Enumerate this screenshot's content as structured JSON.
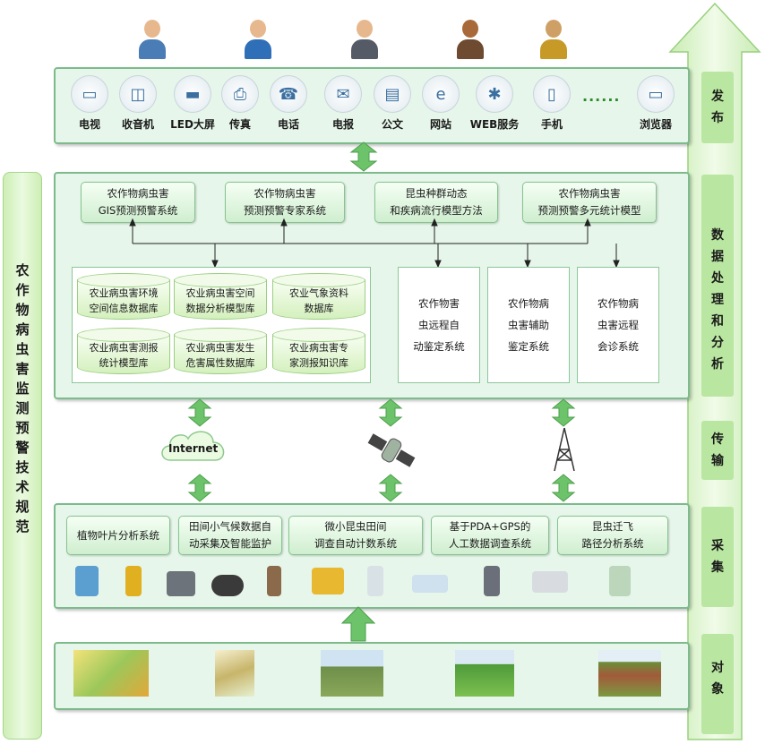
{
  "left_banner": "农作物病虫害监测预警技术规范",
  "right_arrow_labels": [
    "发布",
    "数据处理和分析",
    "传输",
    "采集",
    "对象"
  ],
  "users": [
    "user-1",
    "user-2",
    "user-3",
    "user-4",
    "user-5"
  ],
  "publish": {
    "media": [
      "电视",
      "收音机",
      "LED大屏",
      "传真",
      "电话",
      "电报",
      "公文",
      "网站",
      "WEB服务",
      "手机"
    ],
    "ellipsis": "......",
    "last": "浏览器"
  },
  "analysis": {
    "top_boxes": [
      [
        "农作物病虫害",
        "GIS预测预警系统"
      ],
      [
        "农作物病虫害",
        "预测预警专家系统"
      ],
      [
        "昆虫种群动态",
        "和疾病流行模型方法"
      ],
      [
        "农作物病虫害",
        "预测预警多元统计模型"
      ]
    ],
    "databases": [
      [
        "农业病虫害环境",
        "空间信息数据库"
      ],
      [
        "农业病虫害空间",
        "数据分析模型库"
      ],
      [
        "农业气象资料",
        "数据库"
      ],
      [
        "农业病虫害测报",
        "统计模型库"
      ],
      [
        "农业病虫害发生",
        "危害属性数据库"
      ],
      [
        "农业病虫害专",
        "家测报知识库"
      ]
    ],
    "systems": [
      [
        "农作物害",
        "虫远程自",
        "动鉴定系统"
      ],
      [
        "农作物病",
        "虫害辅助",
        "鉴定系统"
      ],
      [
        "农作物病",
        "虫害远程",
        "会诊系统"
      ]
    ]
  },
  "transmission": {
    "internet": "Internet"
  },
  "collection": {
    "systems": [
      [
        "植物叶片分析系统"
      ],
      [
        "田间小气候数据自",
        "动采集及智能监护"
      ],
      [
        "微小昆虫田间",
        "调查自动计数系统"
      ],
      [
        "基于PDA+GPS的",
        "人工数据调查系统"
      ],
      [
        "昆虫迁飞",
        "路径分析系统"
      ]
    ]
  },
  "colors": {
    "panel_bg": "#e7f6ea",
    "panel_border": "#7dbb8c",
    "arrow": "#6cc36a",
    "side_bg": "#d9f2c8"
  }
}
